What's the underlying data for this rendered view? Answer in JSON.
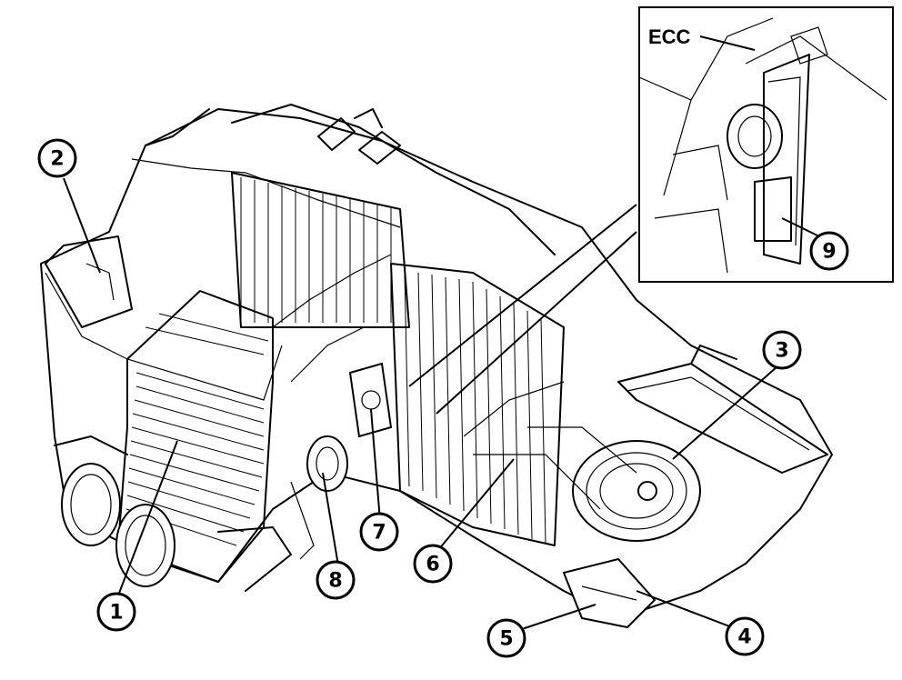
{
  "inset": {
    "label": "ECC"
  },
  "callouts": [
    "1",
    "2",
    "3",
    "4",
    "5",
    "6",
    "7",
    "8",
    "9"
  ]
}
